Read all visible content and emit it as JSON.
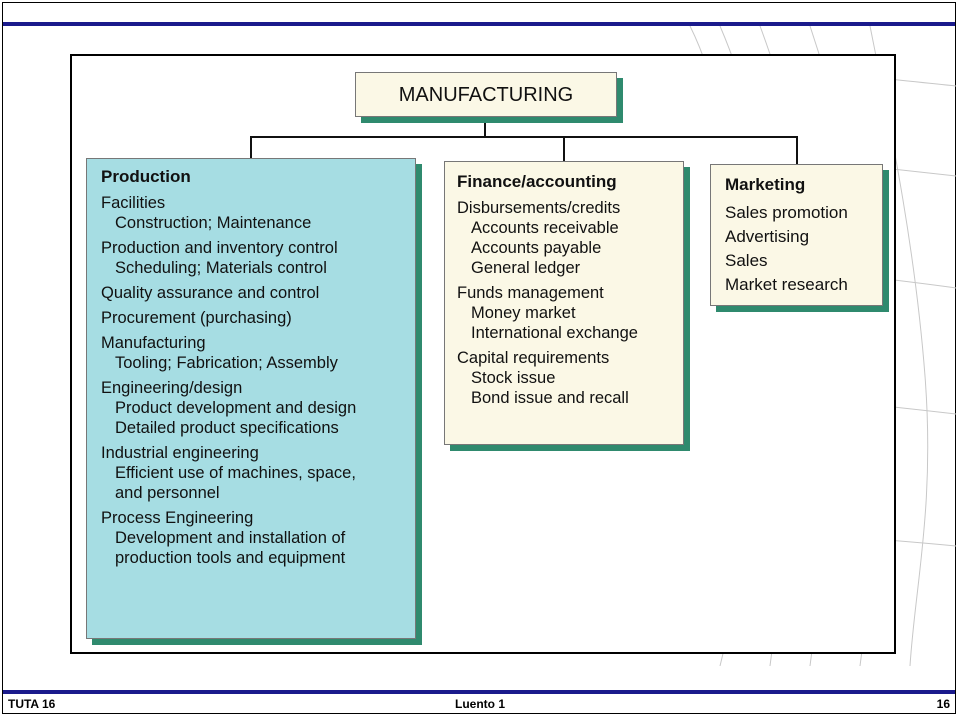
{
  "diagram": {
    "root": "MANUFACTURING",
    "production": {
      "title": "Production",
      "items": [
        {
          "head": "Facilities",
          "subs": [
            "Construction; Maintenance"
          ]
        },
        {
          "head": "Production and inventory control",
          "subs": [
            "Scheduling; Materials control"
          ]
        },
        {
          "head": "Quality assurance and control",
          "subs": []
        },
        {
          "head": "Procurement (purchasing)",
          "subs": []
        },
        {
          "head": "Manufacturing",
          "subs": [
            "Tooling; Fabrication; Assembly"
          ]
        },
        {
          "head": "Engineering/design",
          "subs": [
            "Product development and design",
            "Detailed product specifications"
          ]
        },
        {
          "head": "Industrial engineering",
          "subs": [
            "Efficient use of machines, space,",
            "and personnel"
          ]
        },
        {
          "head": "Process Engineering",
          "subs": [
            "Development and installation of",
            "production tools and equipment"
          ]
        }
      ]
    },
    "finance": {
      "title": "Finance/accounting",
      "items": [
        {
          "head": "Disbursements/credits",
          "subs": [
            "Accounts receivable",
            "Accounts payable",
            "General ledger"
          ]
        },
        {
          "head": "Funds management",
          "subs": [
            "Money market",
            "International exchange"
          ]
        },
        {
          "head": "Capital requirements",
          "subs": [
            "Stock issue",
            "Bond issue and recall"
          ]
        }
      ]
    },
    "marketing": {
      "title": "Marketing",
      "items": [
        "Sales promotion",
        "Advertising",
        "Sales",
        "Market research"
      ]
    }
  },
  "footer": {
    "left": "TUTA 16",
    "center": "Luento 1",
    "right": "16"
  },
  "colors": {
    "slide_bar": "#1a1a8c",
    "production_fill": "#a6dde3",
    "box_fill": "#fbf8e6",
    "box_shadow": "#2f8a6e"
  }
}
